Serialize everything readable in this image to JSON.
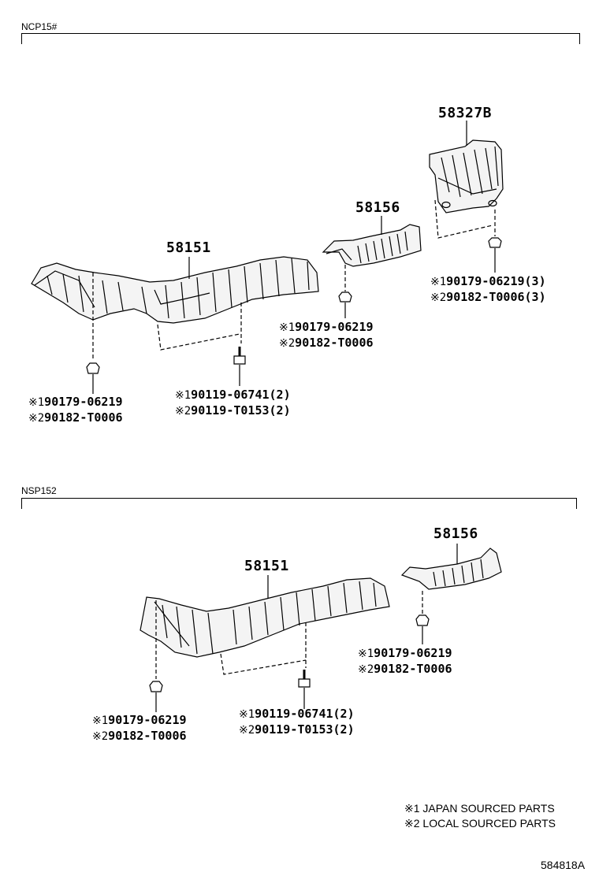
{
  "sections": [
    {
      "label": "NCP15#",
      "parts": [
        "58327B",
        "58156",
        "58151"
      ],
      "fasteners": [
        {
          "line1": "90179-06219(3)",
          "line2": "90182-T0006(3)"
        },
        {
          "line1": "90179-06219",
          "line2": "90182-T0006"
        },
        {
          "line1": "90179-06219",
          "line2": "90182-T0006"
        },
        {
          "line1": "90119-06741(2)",
          "line2": "90119-T0153(2)"
        }
      ]
    },
    {
      "label": "NSP152",
      "parts": [
        "58156",
        "58151"
      ],
      "fasteners": [
        {
          "line1": "90179-06219",
          "line2": "90182-T0006"
        },
        {
          "line1": "90179-06219",
          "line2": "90182-T0006"
        },
        {
          "line1": "90119-06741(2)",
          "line2": "90119-T0153(2)"
        }
      ]
    }
  ],
  "markers": {
    "m1": "※1",
    "m2": "※2"
  },
  "legend": {
    "item1": "※1 JAPAN SOURCED PARTS",
    "item2": "※2 LOCAL SOURCED PARTS"
  },
  "diagram_code": "584818A"
}
